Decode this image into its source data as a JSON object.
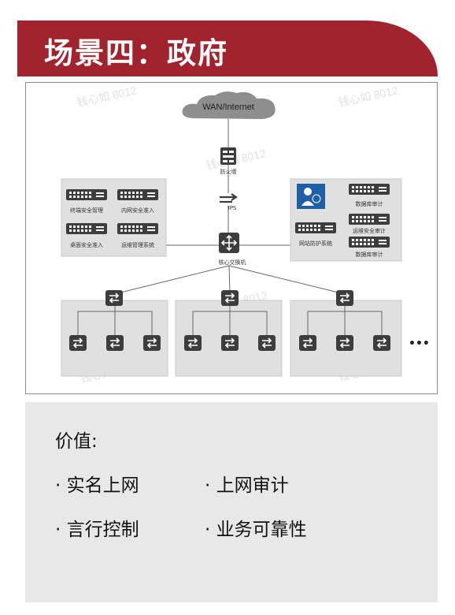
{
  "header": {
    "title": "场景四：政府"
  },
  "diagram": {
    "cloud": "WAN/Internet",
    "firewall": "防火墙",
    "ips": "IPS",
    "core_switch": "核心交换机",
    "left_devices": [
      "终端安全管理",
      "内网安全准入",
      "桌面安全准入",
      "运维管理系统"
    ],
    "right_devices": [
      "数据库审计",
      "运维安全审计",
      "网站防护系统",
      "数据库审计"
    ],
    "more": "•••",
    "watermark": "钱心如 8012"
  },
  "value": {
    "heading": "价值:",
    "items": [
      "· 实名上网",
      "· 上网审计",
      "· 言行控制",
      "· 业务可靠性"
    ]
  },
  "colors": {
    "brand": "#a0232d",
    "device": "#3d3d3d",
    "panel": "#e8e8e8"
  }
}
